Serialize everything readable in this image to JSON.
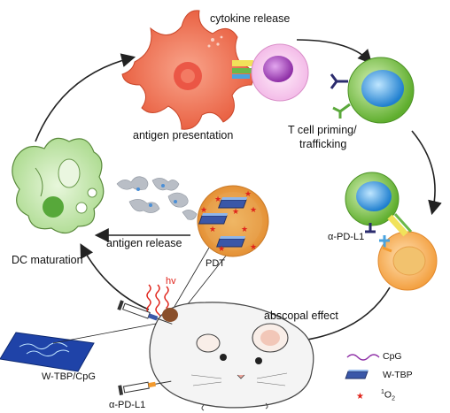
{
  "labels": {
    "cytokine_release": "cytokine release",
    "antigen_presentation": "antigen presentation",
    "t_cell_priming_line1": "T cell priming/",
    "t_cell_priming_line2": "trafficking",
    "dc_maturation": "DC maturation",
    "antigen_release": "antigen release",
    "pdt": "PDT",
    "hv": "hv",
    "alpha_pd_l1_right": "α-PD-L1",
    "abscopal_effect": "abscopal effect",
    "w_tbp_cpg": "W-TBP/CpG",
    "alpha_pd_l1_bottom": "α-PD-L1"
  },
  "legend": {
    "cpg": "CpG",
    "w_tbp": "W-TBP",
    "singlet_oxygen_main": "O",
    "singlet_oxygen_sup": "1",
    "singlet_oxygen_sub": "2"
  },
  "colors": {
    "dc_red": "#ef6a4c",
    "dc_green": "#bfe3a5",
    "t_cell_green": "#7dc242",
    "t_cell_blue": "#3aa0dc",
    "tumor_orange": "#f6a347",
    "nanosheet_blue": "#3a57a8",
    "laser_red": "#e0241b",
    "arrow": "#222222"
  },
  "icons": [
    "dendritic-cell-icon",
    "t-cell-icon",
    "tumor-cell-icon",
    "mouse-icon",
    "syringe-icon",
    "nanosheet-icon",
    "singlet-oxygen-star-icon",
    "cpg-strand-icon",
    "light-wave-icon"
  ]
}
